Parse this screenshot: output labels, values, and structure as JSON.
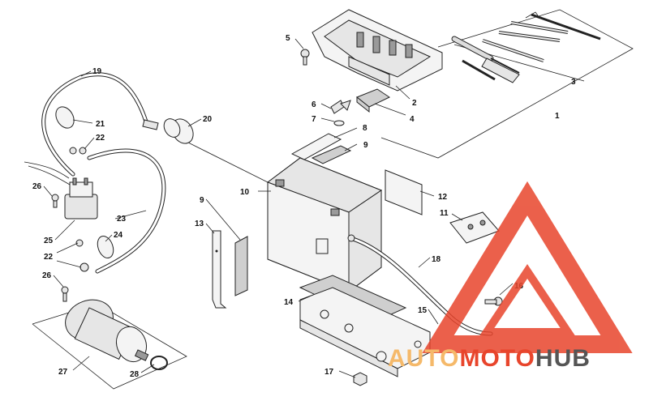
{
  "callouts": [
    {
      "id": "1",
      "label": "1"
    },
    {
      "id": "2",
      "label": "2"
    },
    {
      "id": "3",
      "label": "3"
    },
    {
      "id": "4",
      "label": "4"
    },
    {
      "id": "5",
      "label": "5"
    },
    {
      "id": "6",
      "label": "6"
    },
    {
      "id": "7",
      "label": "7"
    },
    {
      "id": "8",
      "label": "8"
    },
    {
      "id": "9a",
      "label": "9"
    },
    {
      "id": "9b",
      "label": "9"
    },
    {
      "id": "10",
      "label": "10"
    },
    {
      "id": "11",
      "label": "11"
    },
    {
      "id": "12",
      "label": "12"
    },
    {
      "id": "13",
      "label": "13"
    },
    {
      "id": "14",
      "label": "14"
    },
    {
      "id": "15",
      "label": "15"
    },
    {
      "id": "16",
      "label": "16"
    },
    {
      "id": "17",
      "label": "17"
    },
    {
      "id": "18",
      "label": "18"
    },
    {
      "id": "19",
      "label": "19"
    },
    {
      "id": "20",
      "label": "20"
    },
    {
      "id": "21",
      "label": "21"
    },
    {
      "id": "22a",
      "label": "22"
    },
    {
      "id": "22b",
      "label": "22"
    },
    {
      "id": "23",
      "label": "23"
    },
    {
      "id": "24",
      "label": "24"
    },
    {
      "id": "25",
      "label": "25"
    },
    {
      "id": "26a",
      "label": "26"
    },
    {
      "id": "26b",
      "label": "26"
    },
    {
      "id": "27",
      "label": "27"
    },
    {
      "id": "28",
      "label": "28"
    }
  ],
  "watermark": {
    "part1": "AUTO",
    "part2": "MOTO",
    "part3": "HUB",
    "color_part1": "#f5b96a",
    "color_part2": "#e8452c",
    "color_part3": "#555555",
    "triangle_color": "#e8452c"
  }
}
